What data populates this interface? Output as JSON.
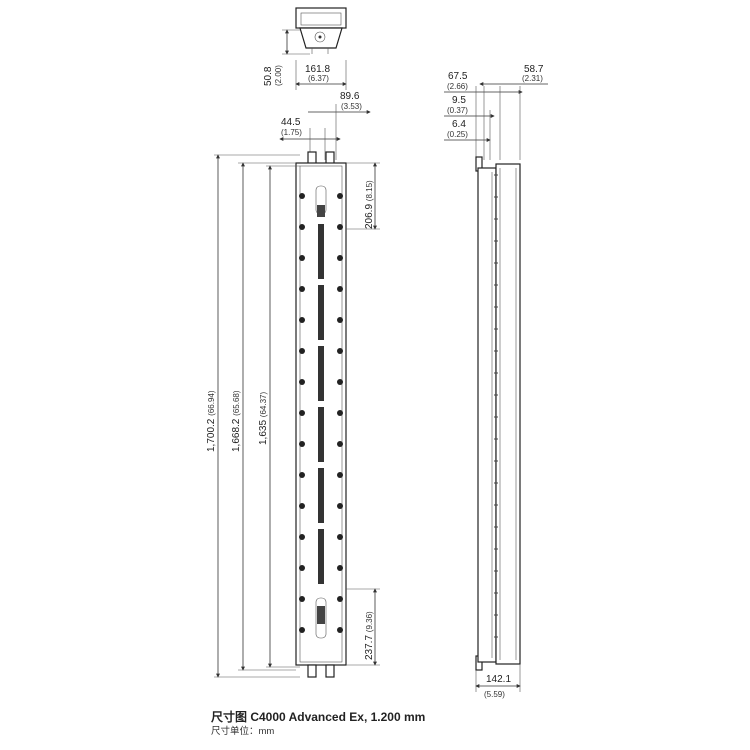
{
  "caption": {
    "title": "尺寸图 C4000 Advanced Ex, 1.200 mm",
    "unit": "尺寸单位：mm"
  },
  "front_view": {
    "top_height": {
      "mm": "50.8",
      "in": "(2.00)"
    },
    "width_outer": {
      "mm": "161.8",
      "in": "(6.37)"
    },
    "width_half": {
      "mm": "89.6",
      "in": "(3.53)"
    },
    "connector_offset": {
      "mm": "44.5",
      "in": "(1.75)"
    },
    "length_total": {
      "mm": "1,700.2",
      "in": "(66.94)"
    },
    "length_housing": {
      "mm": "1,668.2",
      "in": "(65.68)"
    },
    "length_field": {
      "mm": "1,635",
      "in": "(64.37)"
    },
    "top_window": {
      "mm": "206.9",
      "in": "(8.15)"
    },
    "bottom_window": {
      "mm": "237.7",
      "in": "(9.36)"
    }
  },
  "side_view": {
    "depth_outer": {
      "mm": "67.5",
      "in": "(2.66)"
    },
    "depth_body": {
      "mm": "58.7",
      "in": "(2.31)"
    },
    "flange_a": {
      "mm": "9.5",
      "in": "(0.37)"
    },
    "flange_b": {
      "mm": "6.4",
      "in": "(0.25)"
    },
    "width_base": {
      "mm": "142.1",
      "in": "(5.59)"
    }
  }
}
